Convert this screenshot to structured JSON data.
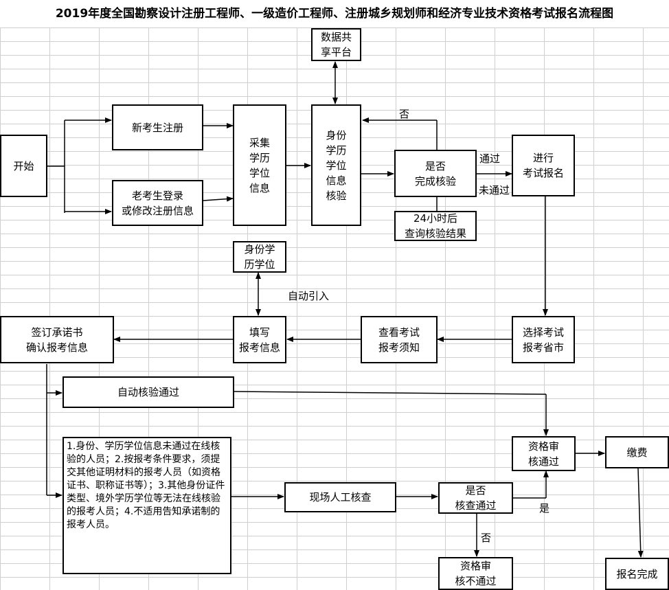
{
  "title": "2019年度全国勘察设计注册工程师、一级造价工程师、注册城乡规划师和经济专业技术资格考试报名流程图",
  "nodes": {
    "start": "开始",
    "new_user": "新考生注册",
    "old_user": "老考生登录\n或修改注册信息",
    "collect": "采集\n学历\n学位\n信息",
    "data_share": "数据共\n享平台",
    "id_verify": "身份\n学历\n学位\n信息\n核验",
    "check_done": "是否\n完成核验",
    "wait_24h": "24小时后\n查询核验结果",
    "enter_exam": "进行\n考试报名",
    "choose_exam": "选择考试\n报考省市",
    "read_notice": "查看考试\n报考须知",
    "fill_info": "填写\n报考信息",
    "id_edu_degree": "身份学\n历学位",
    "sign_promise": "签订承诺书\n确认报考信息",
    "auto_pass": "自动核验通过",
    "note": "1.身份、学历学位信息未通过在线核验的人员；2.按报考条件要求，须提交其他证明材料的报考人员（如资格证书、职称证书等）；3.其他身份证件类型、境外学历学位等无法在线核验的报考人员；4.不适用告知承诺制的报考人员。",
    "onsite_check": "现场人工核查",
    "check_pass_q": "是否\n核查通过",
    "qual_pass": "资格审\n核通过",
    "qual_fail": "资格审\n核不通过",
    "pay": "缴费",
    "done": "报名完成"
  },
  "labels": {
    "no_top": "否",
    "pass": "通过",
    "fail": "未通过",
    "auto_import": "自动引入",
    "yes": "是",
    "no_bottom": "否"
  }
}
